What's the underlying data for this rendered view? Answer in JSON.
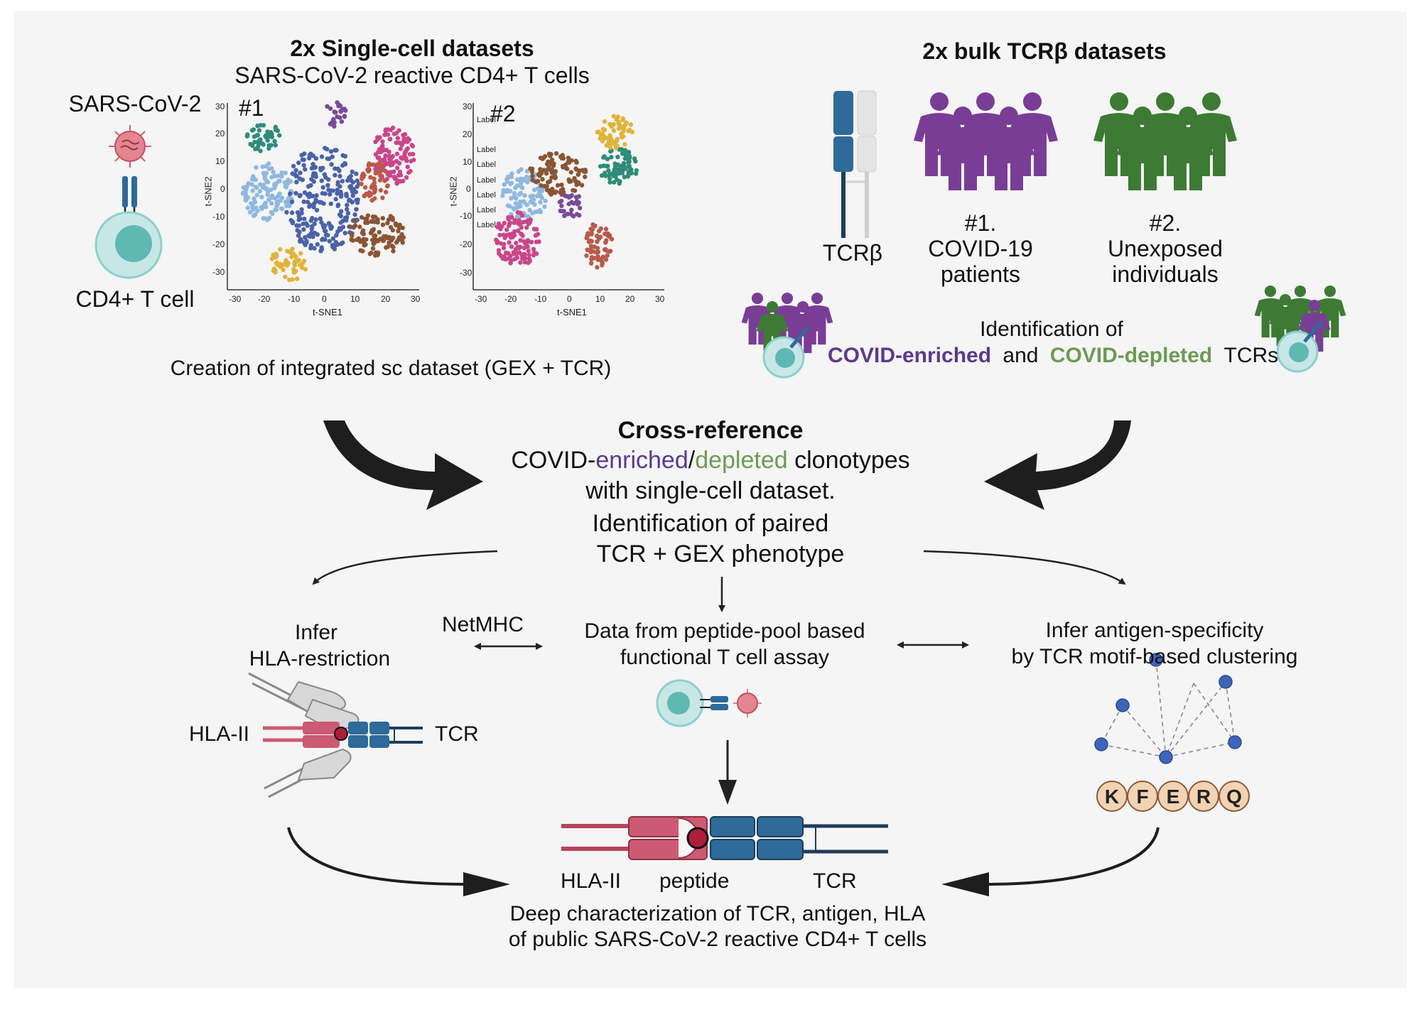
{
  "single_cell": {
    "title": "2x Single-cell datasets",
    "subtitle": "SARS-CoV-2 reactive CD4+ T cells",
    "virus_label": "SARS-CoV-2",
    "cell_label": "CD4+ T cell",
    "plot1_label": "#1",
    "plot2_label": "#2",
    "caption": "Creation of integrated sc dataset (GEX + TCR)"
  },
  "bulk": {
    "title": "2x bulk TCRβ datasets",
    "tcr_label": "TCRβ",
    "group1": [
      "#1.",
      "COVID-19",
      "patients"
    ],
    "group2": [
      "#2.",
      "Unexposed",
      "individuals"
    ],
    "identification_line1": "Identification of",
    "enriched": "COVID-enriched",
    "and": "and",
    "depleted": "COVID-depleted",
    "tcrs": "TCRs"
  },
  "cross_reference": {
    "title": "Cross-reference",
    "line1_prefix": "COVID-",
    "line1_enriched": "enriched",
    "line1_slash": "/",
    "line1_depleted": "depleted",
    "line1_suffix": " clonotypes",
    "line2": "with  single-cell dataset.",
    "line3": "Identification of  paired",
    "line4": "TCR + GEX phenotype"
  },
  "hla": {
    "line1": "Infer",
    "line2": "HLA-restriction",
    "hla_label": "HLA-II",
    "tcr_label": "TCR"
  },
  "netmhc": "NetMHC",
  "assay": {
    "line1": "Data from peptide-pool based",
    "line2": "functional  T cell assay"
  },
  "antigen": {
    "line1": "Infer  antigen-specificity",
    "line2": "by TCR motif-based clustering",
    "motif": [
      "K",
      "F",
      "E",
      "R",
      "Q"
    ]
  },
  "final": {
    "hla_label": "HLA-II",
    "peptide_label": "peptide",
    "tcr_label": "TCR",
    "line1": "Deep characterization of TCR, antigen, HLA",
    "line2": "of public SARS-CoV-2 reactive  CD4+ T cells"
  },
  "plots": {
    "plot1": {
      "xlabel": "t-SNE1",
      "ylabel": "t-SNE2",
      "xticks": [
        "-30",
        "-20",
        "-10",
        "0",
        "10",
        "20",
        "30"
      ],
      "yticks": [
        "30",
        "20",
        "10",
        "0",
        "-10",
        "-20",
        "-30"
      ]
    },
    "plot2": {
      "xlabel": "t-SNE1",
      "ylabel": "t-SNE2",
      "xticks": [
        "-30",
        "-20",
        "-10",
        "0",
        "10",
        "20",
        "30"
      ],
      "yticks": [
        "30",
        "20",
        "10",
        "0",
        "-10",
        "-20",
        "-30"
      ],
      "overlay_labels": [
        "Label",
        "Label",
        "Label",
        "Label",
        "Label",
        "Label",
        "Label"
      ]
    }
  },
  "colors": {
    "tcr_blue": "#2e6a9a",
    "hla_red": "#cc5a72",
    "covid_purple": "#7a3d96",
    "unexposed_green": "#3d7a34",
    "virus_pink": "#d35f6e",
    "cell_teal": "#7fc8c4",
    "node_blue": "#3f64b8"
  }
}
